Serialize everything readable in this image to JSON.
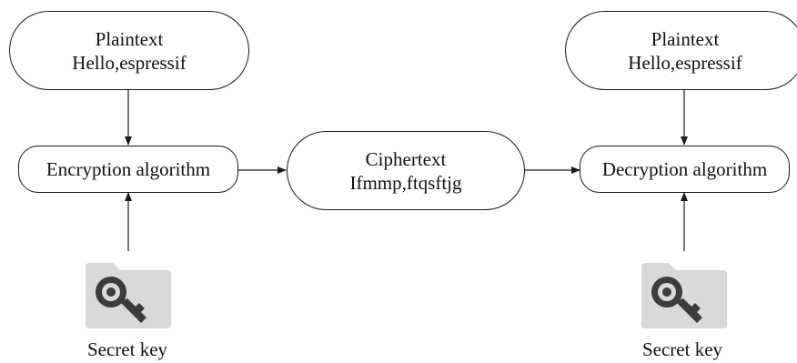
{
  "plaintext_left": {
    "title": "Plaintext",
    "value": "Hello,espressif"
  },
  "plaintext_right": {
    "title": "Plaintext",
    "value": "Hello,espressif"
  },
  "encryption": {
    "label": "Encryption algorithm"
  },
  "ciphertext": {
    "title": "Ciphertext",
    "value": "Ifmmp,ftqsftjg"
  },
  "decryption": {
    "label": "Decryption algorithm"
  },
  "key_left": {
    "label": "Secret key",
    "icon": "key-folder-icon"
  },
  "key_right": {
    "label": "Secret key",
    "icon": "key-folder-icon"
  },
  "colors": {
    "stroke": "#1a1a1a",
    "folder": "#d9d9d9",
    "key": "#3c3c3c"
  }
}
